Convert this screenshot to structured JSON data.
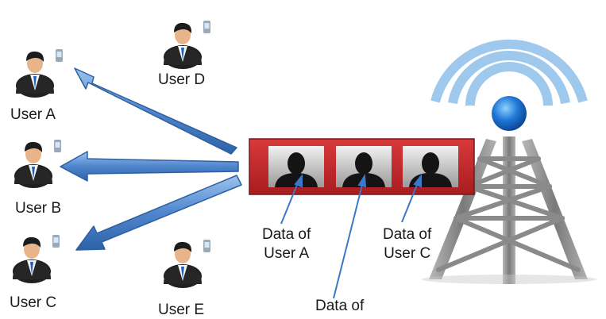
{
  "users": [
    {
      "id": "a",
      "label": "User A"
    },
    {
      "id": "b",
      "label": "User B"
    },
    {
      "id": "c",
      "label": "User C"
    },
    {
      "id": "d",
      "label": "User D"
    },
    {
      "id": "e",
      "label": "User E"
    }
  ],
  "packet": {
    "captions": [
      {
        "id": "a",
        "line1": "Data of",
        "line2": "User A"
      },
      {
        "id": "b",
        "line1": "Data of",
        "line2": ""
      },
      {
        "id": "c",
        "line1": "Data of",
        "line2": "User C"
      }
    ]
  },
  "colors": {
    "arrow_fill": "#5b8fd0",
    "arrow_edge": "#2e5fa0",
    "packet_frame": "#c0262a",
    "tower_steel": "#8c8c8c",
    "tower_dome": "#1f6fd1",
    "signal_waves": "#7fb6e6"
  },
  "icons": [
    "user-icon",
    "phone-icon",
    "data-silhouette-icon",
    "cell-tower-icon",
    "signal-waves-icon"
  ]
}
